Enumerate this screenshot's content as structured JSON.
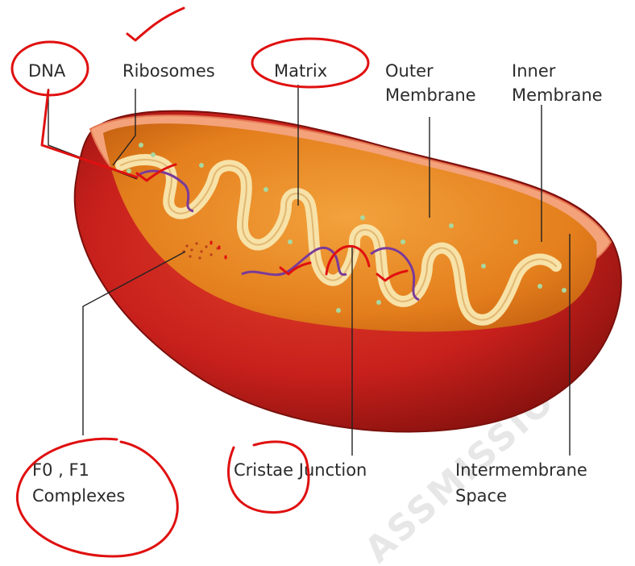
{
  "diagram": {
    "labels": {
      "dna": "DNA",
      "ribosomes": "Ribosomes",
      "matrix": "Matrix",
      "outer_membrane_1": "Outer",
      "outer_membrane_2": "Membrane",
      "inner_membrane_1": "Inner",
      "inner_membrane_2": "Membrane",
      "f0f1_1": "F0 , F1",
      "f0f1_2": "Complexes",
      "cristae_junction": "Cristae Junction",
      "intermembrane_1": "Intermembrane",
      "intermembrane_2": "Space"
    },
    "watermark": "ASSMISSIO"
  },
  "colors": {
    "outer_red": "#c8201c",
    "outer_dark": "#8e1410",
    "rim": "#f4a27a",
    "matrix_orange": "#e8891e",
    "inner_pale": "#f7e2a8",
    "dna_purple": "#7a3a9a",
    "annotation_red": "#e01010",
    "ribosome_green": "#a8d8a0"
  }
}
